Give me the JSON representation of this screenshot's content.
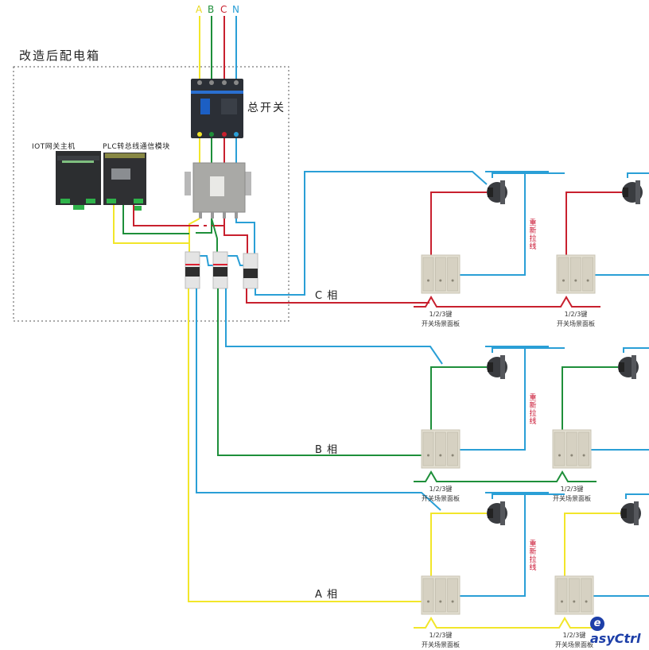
{
  "title": "改造后配电箱",
  "main_switch_label": "总开关",
  "devices": {
    "iot_gateway": "IOT网关主机",
    "plc_module": "PLC转总线通信模块"
  },
  "supply_phases": [
    "A",
    "B",
    "C",
    "N"
  ],
  "colors": {
    "phase_a": "#f2e62a",
    "phase_b": "#1e8f3a",
    "phase_c": "#c8202e",
    "neutral": "#2a9fd6",
    "annotation": "#c8102e"
  },
  "circuits": [
    {
      "phase_label": "C 相",
      "wire_color": "#c8202e"
    },
    {
      "phase_label": "B 相",
      "wire_color": "#1e8f3a"
    },
    {
      "phase_label": "A 相",
      "wire_color": "#f2e62a"
    }
  ],
  "panel_label_line1": "1/2/3键",
  "panel_label_line2": "开关场景面板",
  "rewire_label": "重新拉线",
  "logo": {
    "initial": "e",
    "text": "asyCtrl"
  }
}
